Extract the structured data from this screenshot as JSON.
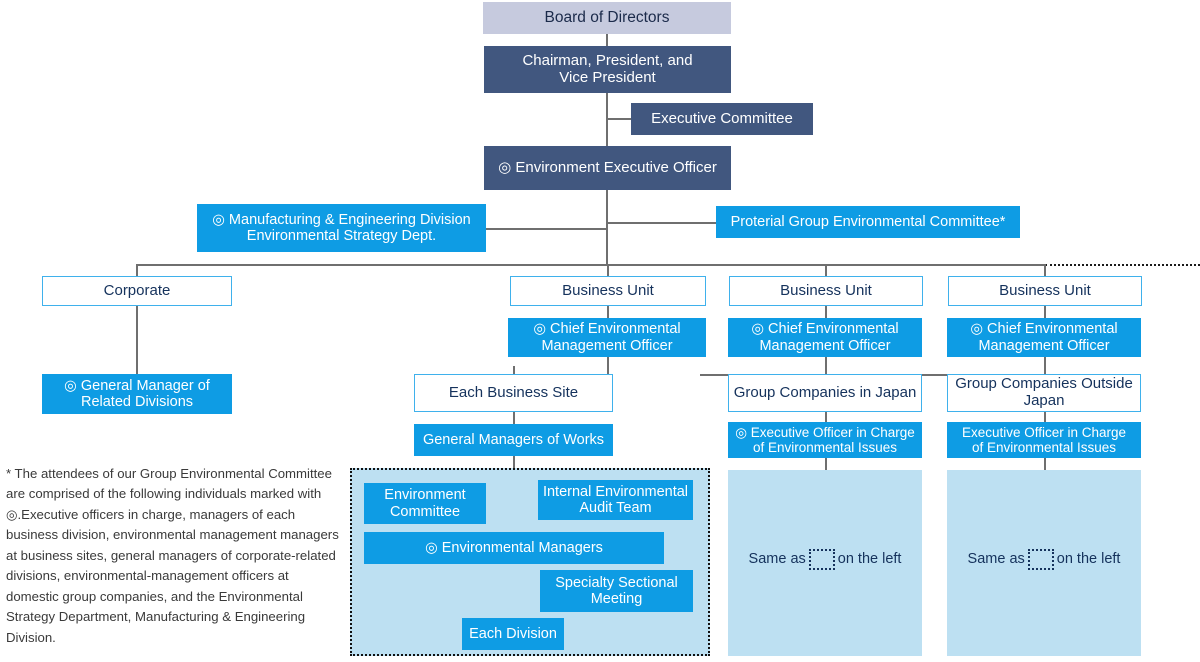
{
  "diagram": {
    "title": "Environmental Management Organization Chart",
    "marker": "◎",
    "colors": {
      "board_gray": "#c6cade",
      "navy": "#41577f",
      "blue": "#0e9ce4",
      "light_panel": "#bde0f2",
      "outline_border": "#3fb1ec",
      "line": "#6f6f6f",
      "text_dark": "#15325c"
    }
  },
  "nodes": {
    "board_of_directors": "Board of Directors",
    "chairman": "Chairman, President, and\nVice President",
    "executive_committee": "Executive Committee",
    "environment_executive_officer": "◎ Environment Executive Officer",
    "manufacturing_dept": "◎ Manufacturing & Engineering Division\nEnvironmental Strategy Dept.",
    "group_env_committee": "Proterial Group Environmental Committee*",
    "corporate": "Corporate",
    "general_manager_related": "◎ General Manager of\nRelated Divisions",
    "business_unit_1": "Business Unit",
    "business_unit_2": "Business Unit",
    "business_unit_3": "Business Unit",
    "chief_env_officer_1": "◎ Chief Environmental\nManagement Officer",
    "chief_env_officer_2": "◎ Chief Environmental\nManagement Officer",
    "chief_env_officer_3": "◎ Chief Environmental\nManagement Officer",
    "each_business_site": "Each Business Site",
    "general_managers_works": "General Managers of Works",
    "group_companies_japan": "Group Companies in Japan",
    "group_companies_outside": "Group Companies Outside\nJapan",
    "exec_officer_japan": "◎ Executive Officer in Charge\nof Environmental Issues",
    "exec_officer_outside": "Executive Officer in Charge\nof Environmental Issues",
    "environment_committee": "Environment\nCommittee",
    "internal_audit_team": "Internal Environmental\nAudit Team",
    "environmental_managers": "◎ Environmental Managers",
    "specialty_sectional_meeting": "Specialty Sectional\nMeeting",
    "each_division": "Each Division"
  },
  "same_as": {
    "prefix": "Same as",
    "suffix": "on the left"
  },
  "footnote": {
    "text": "* The attendees of our Group Environmental Committee are comprised of the following individuals marked with ◎.Executive officers in charge, managers of each business division, environmental management managers at business sites, general managers of corporate-related divisions, environmental-management officers at domestic group companies, and the Environmental Strategy Department, Manufacturing & Engineering Division."
  }
}
